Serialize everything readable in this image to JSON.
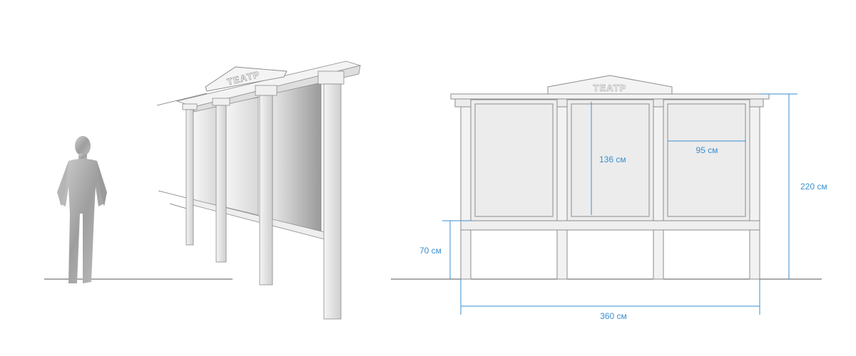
{
  "sign_text": "ТЕАТР",
  "dimensions": {
    "panel_height": "136 см",
    "panel_width": "95 см",
    "total_height": "220 см",
    "clearance_height": "70 см",
    "total_width": "360 см"
  },
  "colors": {
    "dimension": "#3a8fd0",
    "frame_fill": "#f2f2f2",
    "frame_stroke": "#8c8c8c",
    "panel_fill": "#e9e9e9",
    "ground": "#555555",
    "person": "#a8a8a8"
  }
}
